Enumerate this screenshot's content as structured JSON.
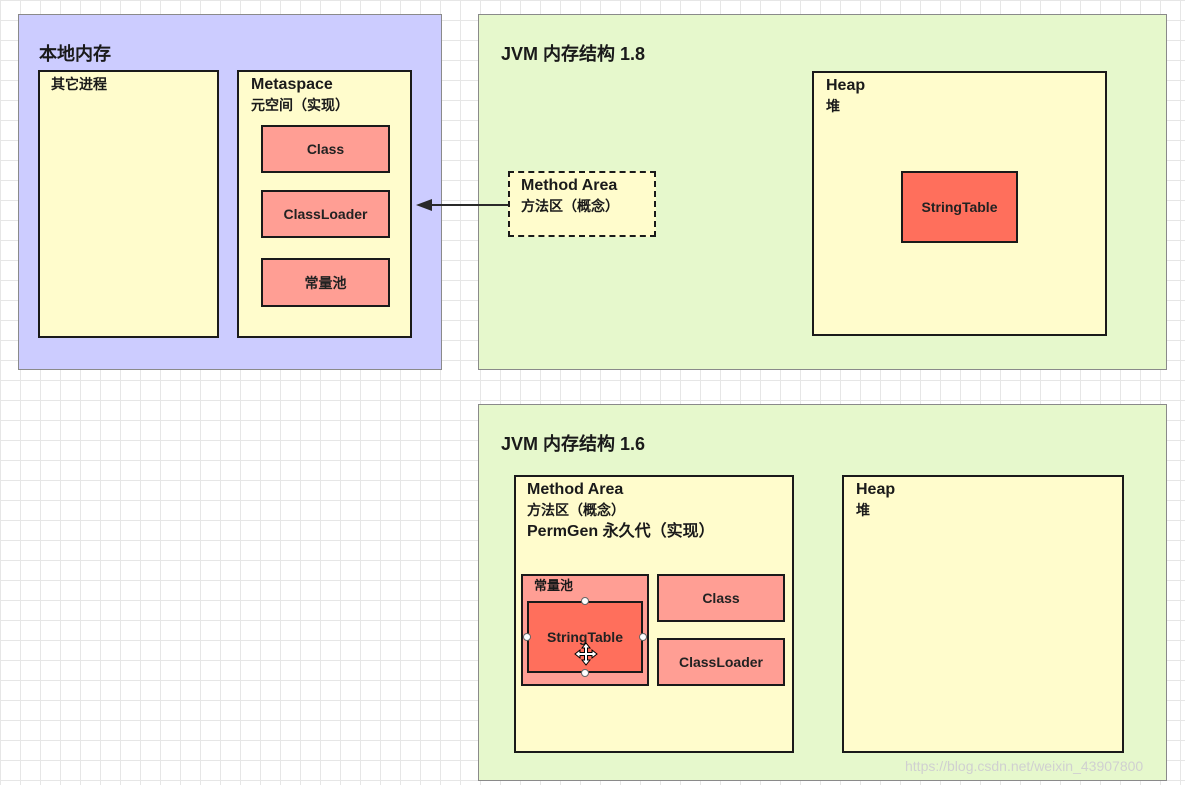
{
  "native_memory": {
    "title": "本地内存",
    "other_process": "其它进程",
    "metaspace": {
      "title": "Metaspace",
      "subtitle": "元空间（实现）",
      "items": [
        "Class",
        "ClassLoader",
        "常量池"
      ]
    }
  },
  "jvm18": {
    "title": "JVM 内存结构 1.8",
    "method_area": {
      "title": "Method Area",
      "subtitle": "方法区（概念）"
    },
    "heap": {
      "title": "Heap",
      "subtitle": "堆",
      "string_table": "StringTable"
    }
  },
  "jvm16": {
    "title": "JVM 内存结构 1.6",
    "method_area": {
      "title": "Method Area",
      "line2": "方法区（概念）",
      "line3": "PermGen 永久代（实现）",
      "constant_pool": "常量池",
      "string_table": "StringTable",
      "class": "Class",
      "classloader": "ClassLoader"
    },
    "heap": {
      "title": "Heap",
      "subtitle": "堆"
    }
  },
  "watermark": "https://blog.csdn.net/weixin_43907800",
  "colors": {
    "native_bg": "#ccccff",
    "jvm_bg": "#e6f8cc",
    "box_yellow": "#fffccc",
    "box_pink": "#ff9e94",
    "box_red": "#ff6f5c"
  }
}
